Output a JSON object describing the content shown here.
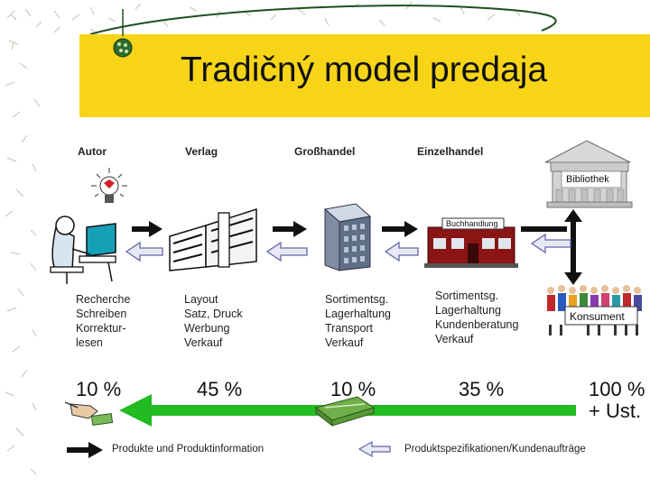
{
  "title": "Tradičný model predaja",
  "stages": [
    {
      "label": "Autor",
      "tasks": [
        "Recherche",
        "Schreiben",
        "Korrektur-",
        "lesen"
      ],
      "share": "10 %"
    },
    {
      "label": "Verlag",
      "tasks": [
        "Layout",
        "Satz, Druck",
        "Werbung",
        "Verkauf"
      ],
      "share": "45 %"
    },
    {
      "label": "Großhandel",
      "tasks": [
        "Sortimentsg.",
        "Lagerhaltung",
        "Transport",
        "Verkauf"
      ],
      "share": "10 %"
    },
    {
      "label": "Einzelhandel",
      "tasks": [
        "Sortimentsg.",
        "Lagerhaltung",
        "Kundenberatung",
        "Verkauf"
      ],
      "share": "35 %"
    }
  ],
  "end_points": {
    "library": "Bibliothek",
    "shop_sign": "Buchhandlung",
    "consumer": "Konsument"
  },
  "total": {
    "line1": "100 %",
    "line2": "+ Ust."
  },
  "legend": {
    "products": "Produkte und Produktinformation",
    "specs": "Produktspezifikationen/Kundenaufträge"
  },
  "colors": {
    "title_bar": "#f7d417",
    "money_arrow": "#22bb22",
    "product_arrow": "#111111",
    "spec_arrow_fill": "#e8e8f4",
    "spec_arrow_stroke": "#6666aa",
    "pattern": "#c8d2c0"
  },
  "icons": [
    "lightbulb-icon",
    "author-at-computer-icon",
    "publisher-building-icon",
    "wholesale-building-icon",
    "bookshop-building-icon",
    "library-building-icon",
    "consumer-crowd-icon",
    "money-hand-icon",
    "money-bundle-icon",
    "bullet-icon"
  ]
}
